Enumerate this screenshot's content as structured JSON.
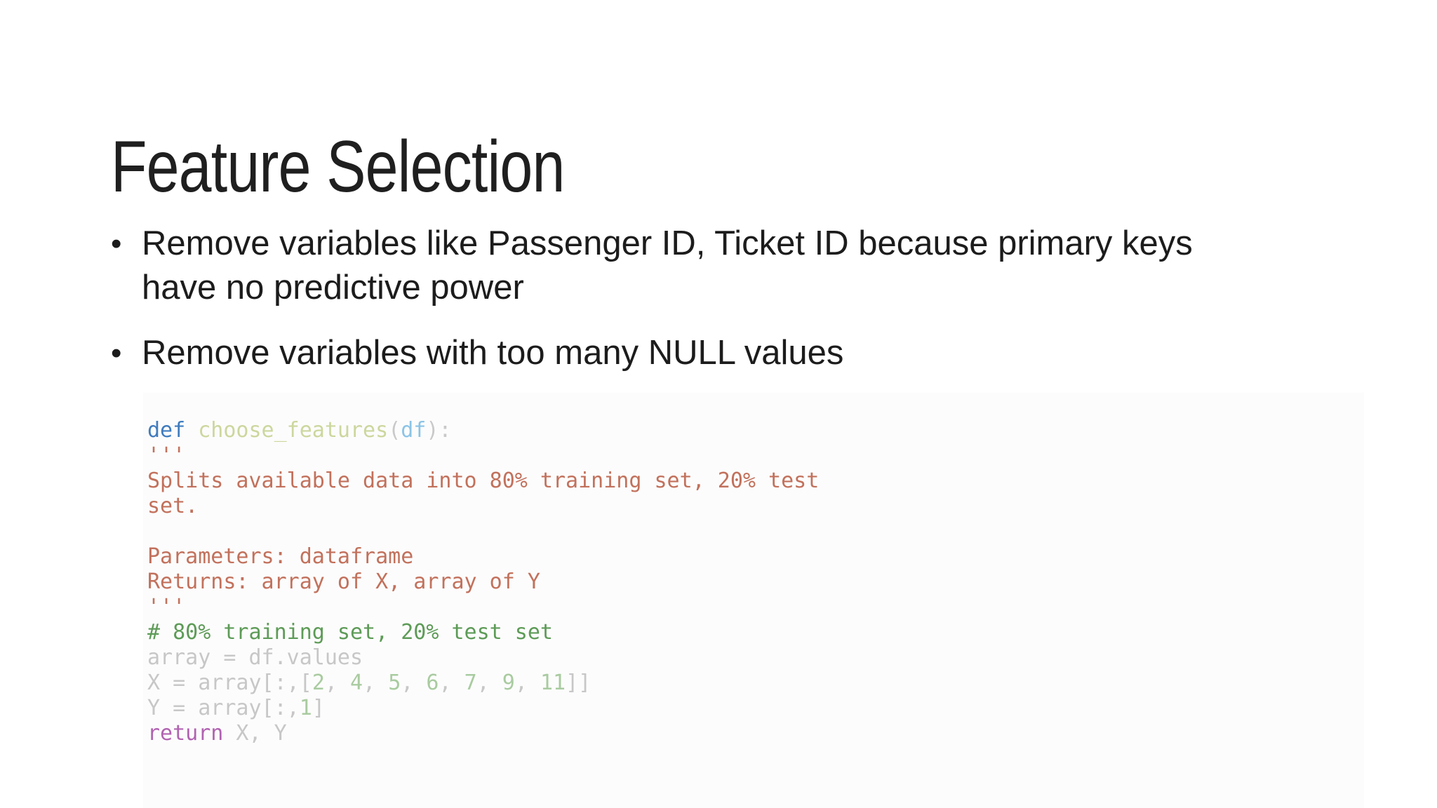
{
  "slide": {
    "title": "Feature Selection",
    "bullet_marker": "•",
    "bullets": [
      {
        "lines": [
          "Remove variables like Passenger ID, Ticket ID because primary keys",
          "have no predictive power"
        ]
      },
      {
        "lines": [
          "Remove variables with too many NULL values"
        ]
      }
    ],
    "code": {
      "colors": {
        "keyword": "#3f7cbf",
        "function": "#ccd79e",
        "punct": "#c9c9c9",
        "param": "#8bc4e6",
        "string": "#c2715c",
        "comment": "#5d9b57",
        "plain": "#c7c7c7",
        "number": "#a9cba0",
        "return": "#b163b1"
      },
      "lines": [
        [
          [
            "keyword",
            "def"
          ],
          [
            "plain",
            " "
          ],
          [
            "function",
            "choose_features"
          ],
          [
            "punct",
            "("
          ],
          [
            "param",
            "df"
          ],
          [
            "punct",
            "):"
          ]
        ],
        [
          [
            "string",
            "'''"
          ]
        ],
        [
          [
            "string",
            "Splits available data into 80% training set, 20% test"
          ]
        ],
        [
          [
            "string",
            "set."
          ]
        ],
        [],
        [
          [
            "string",
            "Parameters: dataframe"
          ]
        ],
        [
          [
            "string",
            "Returns: array of X, array of Y"
          ]
        ],
        [
          [
            "string",
            "'''"
          ]
        ],
        [
          [
            "comment",
            "# 80% training set, 20% test set"
          ]
        ],
        [
          [
            "plain",
            "array = df.values"
          ]
        ],
        [
          [
            "plain",
            "X = array[:,["
          ],
          [
            "number",
            "2"
          ],
          [
            "plain",
            ", "
          ],
          [
            "number",
            "4"
          ],
          [
            "plain",
            ", "
          ],
          [
            "number",
            "5"
          ],
          [
            "plain",
            ", "
          ],
          [
            "number",
            "6"
          ],
          [
            "plain",
            ", "
          ],
          [
            "number",
            "7"
          ],
          [
            "plain",
            ", "
          ],
          [
            "number",
            "9"
          ],
          [
            "plain",
            ", "
          ],
          [
            "number",
            "11"
          ],
          [
            "plain",
            "]]"
          ]
        ],
        [
          [
            "plain",
            "Y = array[:,"
          ],
          [
            "number",
            "1"
          ],
          [
            "plain",
            "]"
          ]
        ],
        [
          [
            "return",
            "return"
          ],
          [
            "plain",
            " X, Y"
          ]
        ]
      ]
    }
  }
}
